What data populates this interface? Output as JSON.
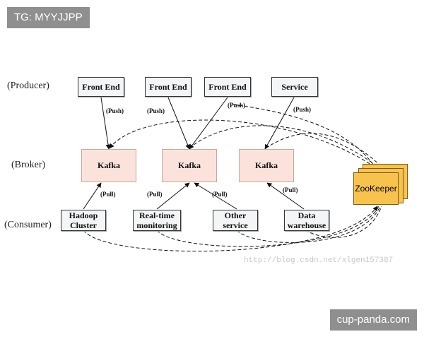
{
  "badges": {
    "tag": "TG: MYYJJPP",
    "site": "cup-panda.com"
  },
  "rows": {
    "producer": "(Producer)",
    "broker": "(Broker)",
    "consumer": "(Consumer)"
  },
  "producers": [
    {
      "label": "Front End"
    },
    {
      "label": "Front End"
    },
    {
      "label": "Front End"
    },
    {
      "label": "Service"
    }
  ],
  "brokers": [
    {
      "label": "Kafka"
    },
    {
      "label": "Kafka"
    },
    {
      "label": "Kafka"
    }
  ],
  "consumers": [
    {
      "line1": "Hadoop",
      "line2": "Cluster"
    },
    {
      "line1": "Real-time",
      "line2": "monitoring"
    },
    {
      "line1": "Other",
      "line2": "service"
    },
    {
      "line1": "Data",
      "line2": "warehouse"
    }
  ],
  "zookeeper": {
    "label": "ZooKeeper"
  },
  "edge_labels": {
    "push": "(Push)",
    "pull": "(Pull)"
  },
  "watermark": "http://blog.csdn.net/xlgen157387"
}
